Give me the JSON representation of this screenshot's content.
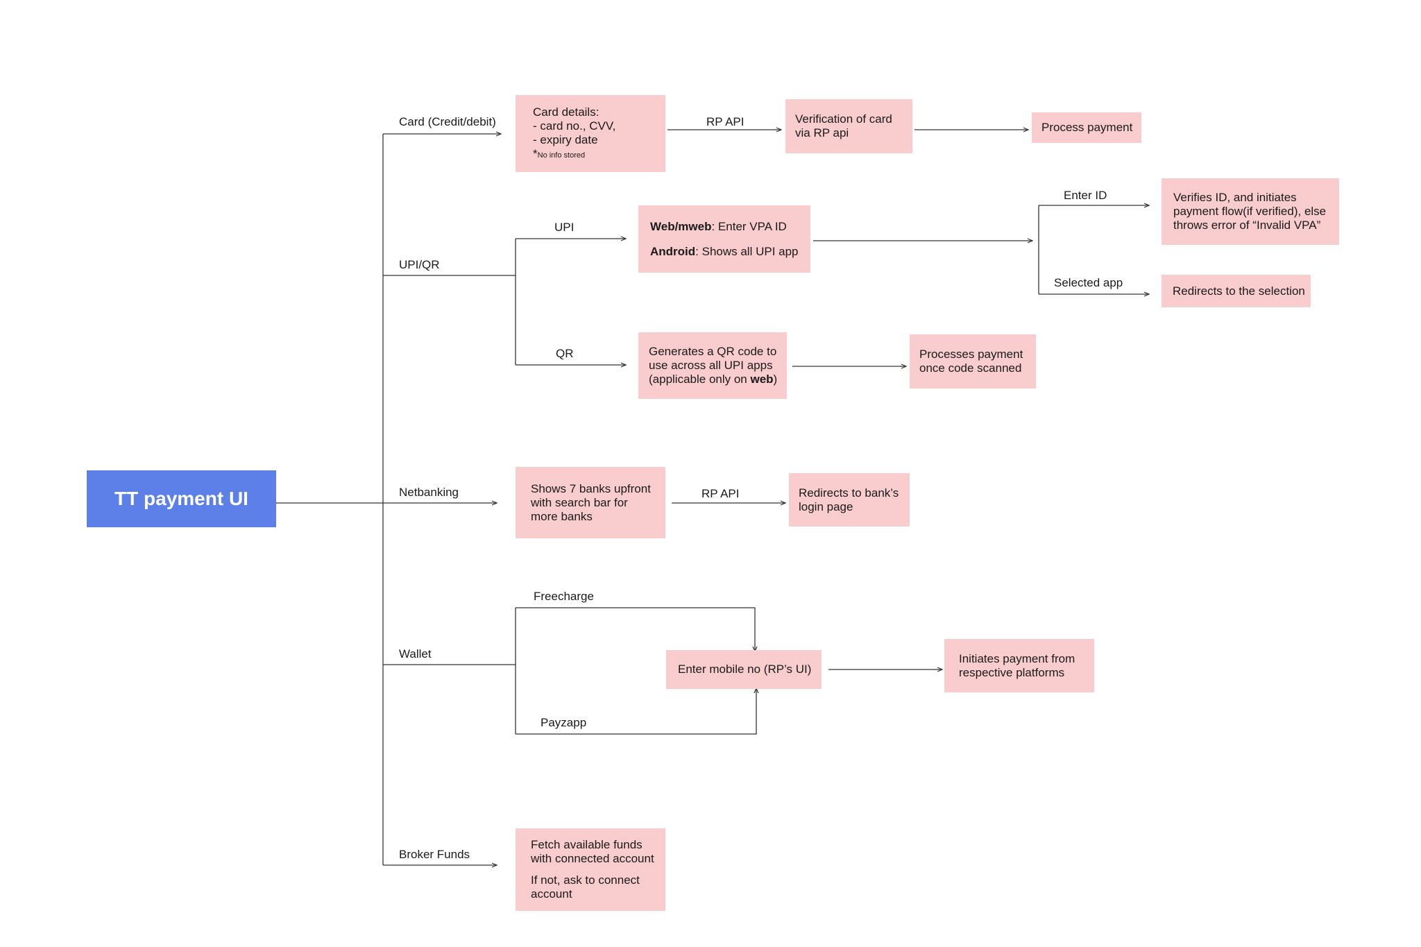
{
  "root": {
    "label": "TT payment UI"
  },
  "branches": {
    "card": "Card (Credit/debit)",
    "upi_qr": "UPI/QR",
    "netbanking": "Netbanking",
    "wallet": "Wallet",
    "broker": "Broker Funds"
  },
  "edge_labels": {
    "rp_api_card": "RP API",
    "upi": "UPI",
    "qr": "QR",
    "enter_id": "Enter ID",
    "selected_app": "Selected app",
    "rp_api_netbanking": "RP API",
    "freecharge": "Freecharge",
    "payzapp": "Payzapp"
  },
  "nodes": {
    "card_details": {
      "line1": "Card details:",
      "line2": "- card no., CVV,",
      "line3": "- expiry date",
      "line4_star": "*",
      "line4_note": "No info stored"
    },
    "verification": {
      "line1": "Verification of card",
      "line2": "via RP api"
    },
    "process_payment": "Process payment",
    "upi_box": {
      "web_bold": "Web/mweb",
      "web_rest": ": Enter VPA ID",
      "android_bold": "Android",
      "android_rest": ": Shows all UPI app"
    },
    "verifies": {
      "line1": "Verifies ID, and initiates",
      "line2": "payment flow(if verified), else",
      "line3": "throws error of “Invalid VPA”"
    },
    "redirects_selection": "Redirects to the selection",
    "qr_box": {
      "line1": "Generates a QR code to",
      "line2": "use across all UPI apps",
      "line3_pre": "(applicable only on ",
      "line3_bold": "web",
      "line3_post": ")"
    },
    "processes_payment": {
      "line1": "Processes payment",
      "line2": "once code scanned"
    },
    "netbanking_box": {
      "line1": "Shows 7 banks upfront",
      "line2": "with search bar for",
      "line3": "more banks"
    },
    "redirects_bank": {
      "line1": "Redirects to bank’s",
      "line2": "login page"
    },
    "enter_mobile": "Enter mobile no (RP’s UI)",
    "initiates": {
      "line1": "Initiates payment from",
      "line2": "respective platforms"
    },
    "broker_box": {
      "line1": "Fetch available funds",
      "line2": "with connected account",
      "line3": "If not, ask to connect",
      "line4": "account"
    }
  },
  "colors": {
    "root_fill": "#5c7fe8",
    "node_fill": "#f9ccce",
    "line": "#333333"
  }
}
